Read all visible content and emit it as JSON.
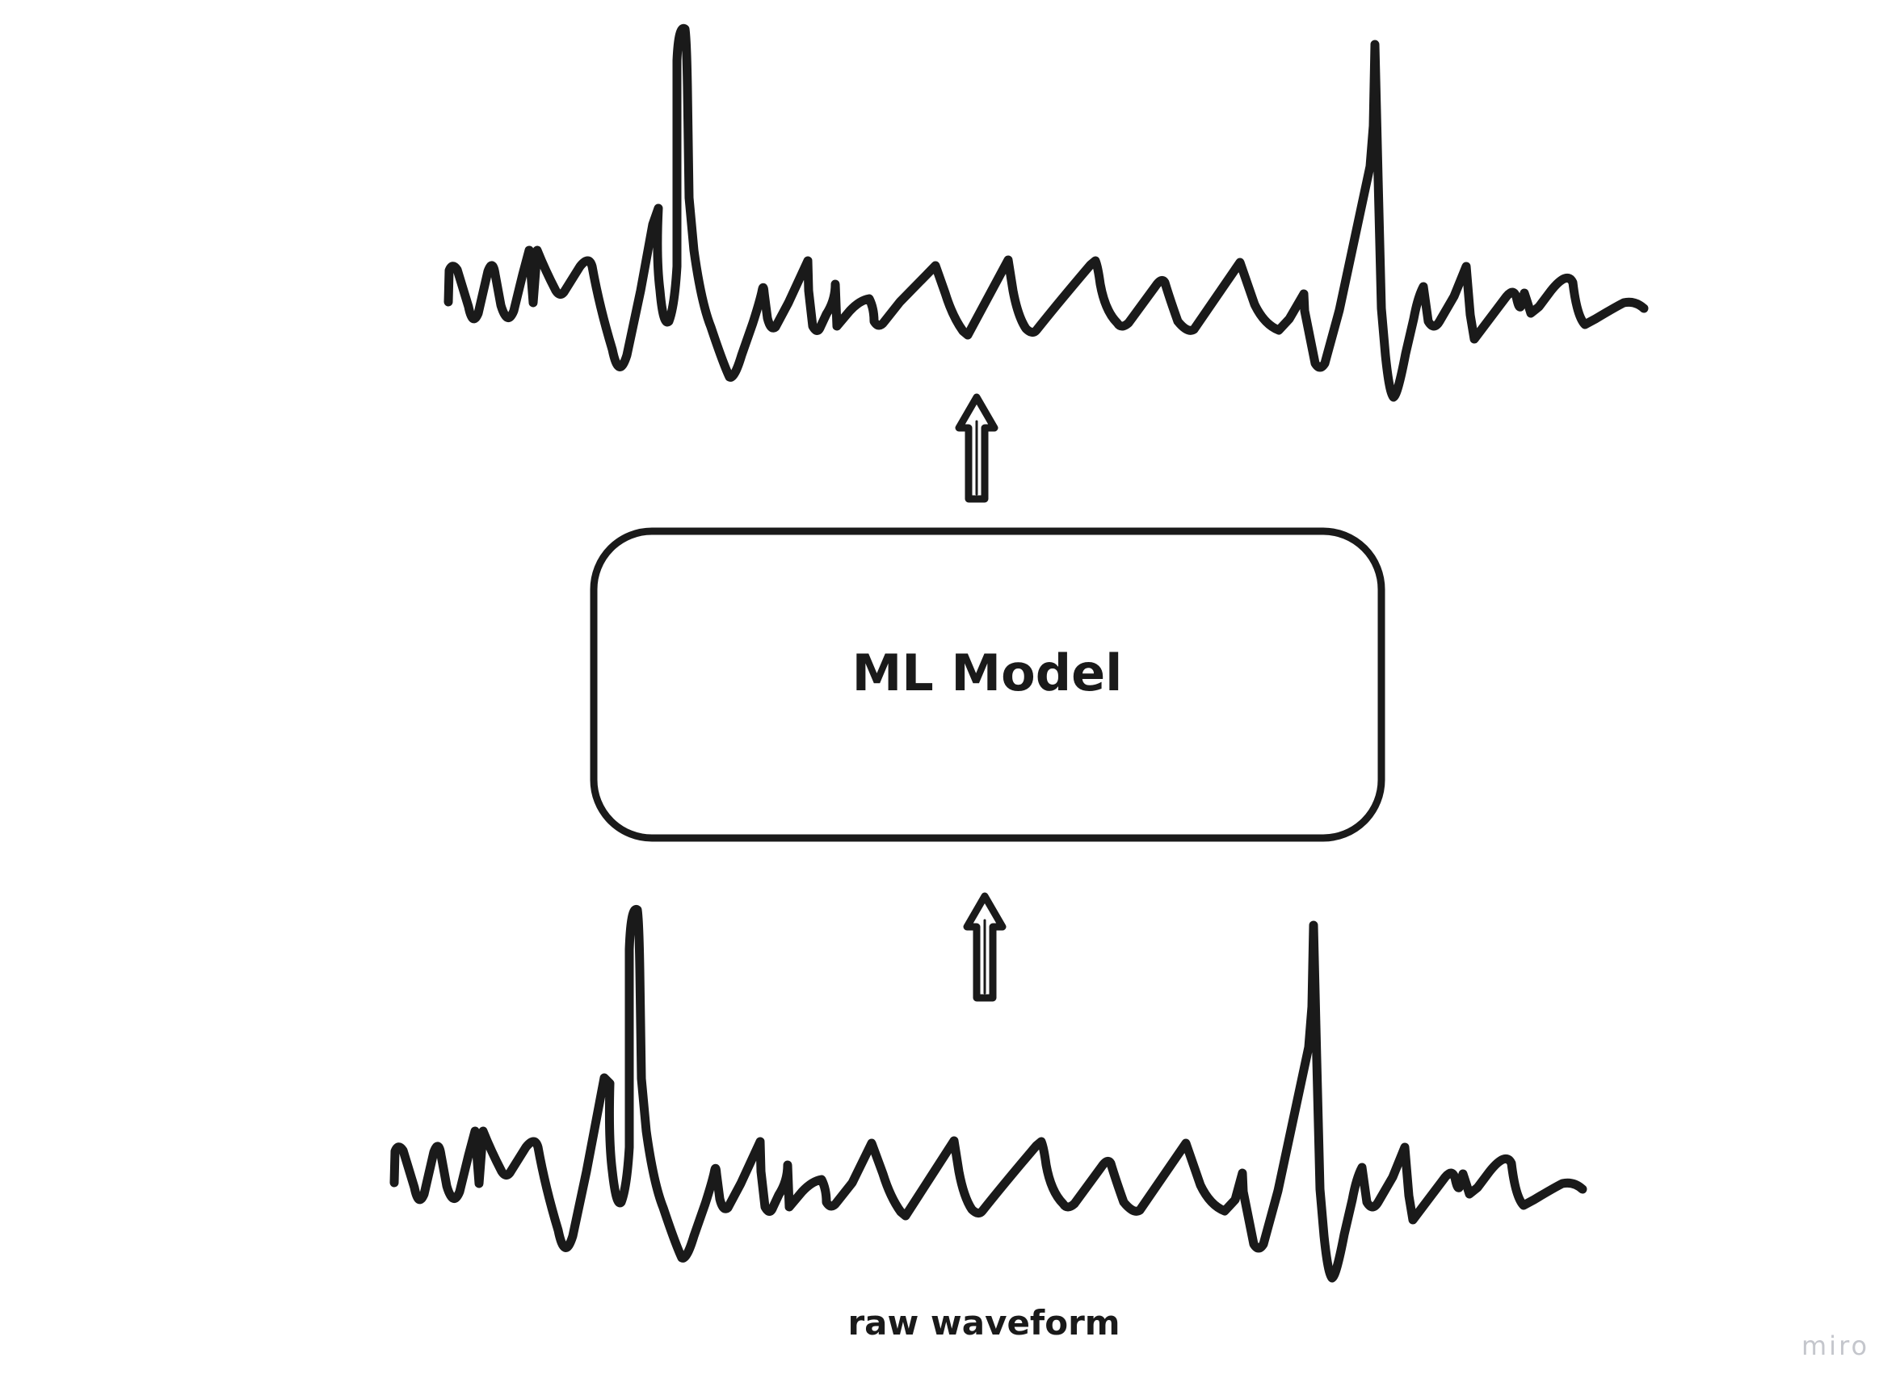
{
  "model": {
    "label": "ML Model"
  },
  "input": {
    "caption": "raw waveform"
  },
  "watermark": "miro",
  "colors": {
    "ink": "#1a1a1a",
    "watermark": "#c4c6cc",
    "background": "#ffffff"
  }
}
